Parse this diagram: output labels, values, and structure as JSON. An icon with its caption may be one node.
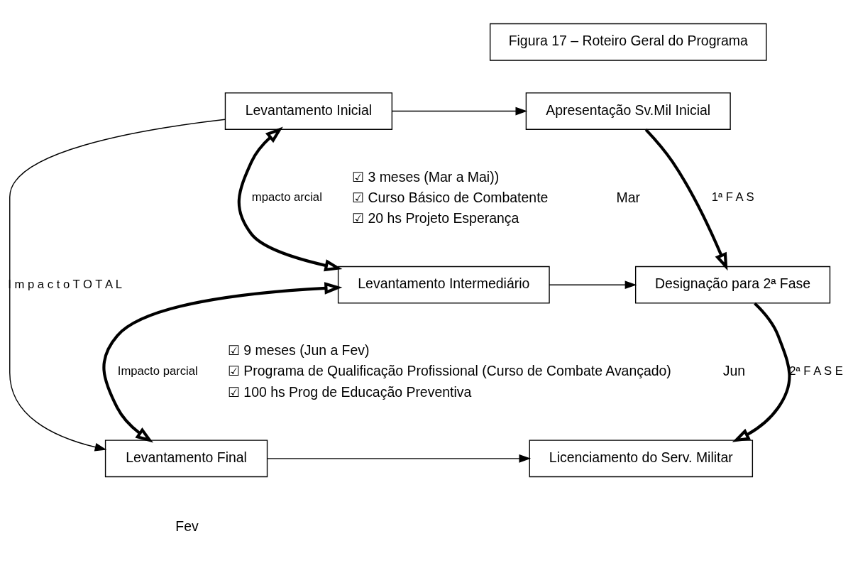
{
  "diagram": {
    "nodes": [
      {
        "text": [
          "Figura 17 – Roteiro Geral do Programa"
        ]
      },
      {
        "text": [
          "Levantamento Inicial"
        ]
      },
      {
        "text": [
          "Apresentação Sv.Mil Inicial"
        ]
      },
      {
        "text": [
          "Levantamento Intermediário"
        ]
      },
      {
        "text": [
          "Designação para 2ª Fase"
        ]
      },
      {
        "text": [
          "Levantamento Final"
        ]
      },
      {
        "text": [
          "Licenciamento do Serv. Militar"
        ]
      }
    ],
    "edges": [
      {
        "from": 1,
        "to": 2,
        "arrow": "to"
      },
      {
        "from": 1,
        "to": 3,
        "arrow": "both",
        "label": "mpacto arcial",
        "style": "thick"
      },
      {
        "from": 2,
        "to": 4,
        "arrow": "to",
        "label": "1ª F A S",
        "style": "thick"
      },
      {
        "from": 3,
        "to": 4,
        "arrow": "to"
      },
      {
        "from": 3,
        "to": 5,
        "arrow": "both",
        "label": "Impacto parcial",
        "style": "thick"
      },
      {
        "from": 4,
        "to": 6,
        "arrow": "to",
        "label": "2ª F A S E",
        "style": "thick"
      },
      {
        "from": 1,
        "to": 5,
        "arrow": "to",
        "label": "I m p a c t o T O T A L"
      },
      {
        "from": 5,
        "to": 6,
        "arrow": "to"
      }
    ],
    "labels": [
      "Mar",
      "☑ 3 meses (Mar a Mai))",
      "☑ Curso Básico de Combatente",
      "☑ 20 hs Projeto Esperança",
      "Jun",
      "☑ 9 meses (Jun a Fev)",
      "☑ Programa de Qualificação Profissional (Curso de Combate Avançado)",
      "☑ 100 hs Prog de Educação Preventiva",
      "Fev"
    ]
  }
}
